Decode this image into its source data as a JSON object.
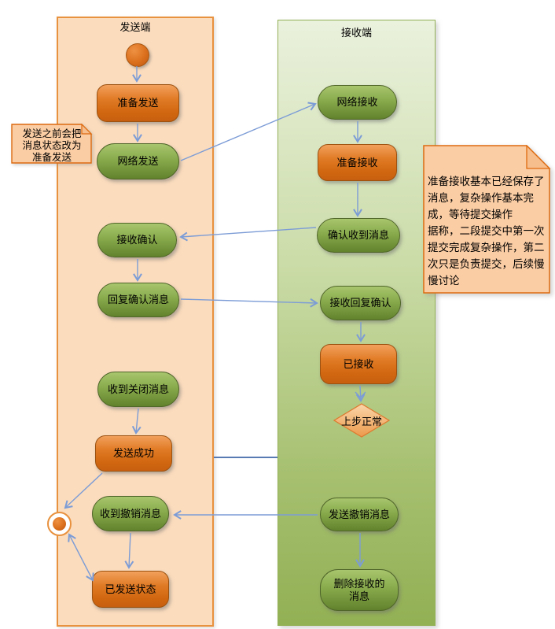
{
  "sender": {
    "title": "发送端",
    "nodes": {
      "prepare_send": "准备发送",
      "network_send": "网络发送",
      "receive_confirm": "接收确认",
      "reply_confirm_msg": "回复确认消息",
      "receive_close_msg": "收到关闭消息",
      "send_success": "发送成功",
      "receive_revoke_msg": "收到撤销消息",
      "sent_state": "已发送状态"
    }
  },
  "receiver": {
    "title": "接收端",
    "nodes": {
      "network_receive": "网络接收",
      "prepare_receive": "准备接收",
      "confirm_received_msg": "确认收到消息",
      "receive_reply_confirm": "接收回复确认",
      "received": "已接收",
      "decision_prev_ok": "上步正常",
      "send_revoke_msg": "发送撤销消息",
      "delete_received_msg": "删除接收的消息"
    }
  },
  "notes": {
    "left": "发送之前会把\n消息状态改为\n准备发送",
    "right": "准备接收基本已经保存了\n消息，复杂操作基本完\n成，等待提交操作\n据称，二段提交中第一次\n提交完成复杂操作，第二\n次只是负责提交，后续慢\n慢讨论"
  },
  "colors": {
    "arrow": "#7C9CD6",
    "connector_dark": "#4068A8",
    "lane_sender_fill": "#FBDCBD",
    "lane_sender_border": "#E8913E",
    "lane_receiver_bottom": "#92B054",
    "node_orange": "#D96E1D",
    "node_green": "#7FA042",
    "note_fill": "#FBCDA4",
    "note_border": "#DD6B10"
  }
}
